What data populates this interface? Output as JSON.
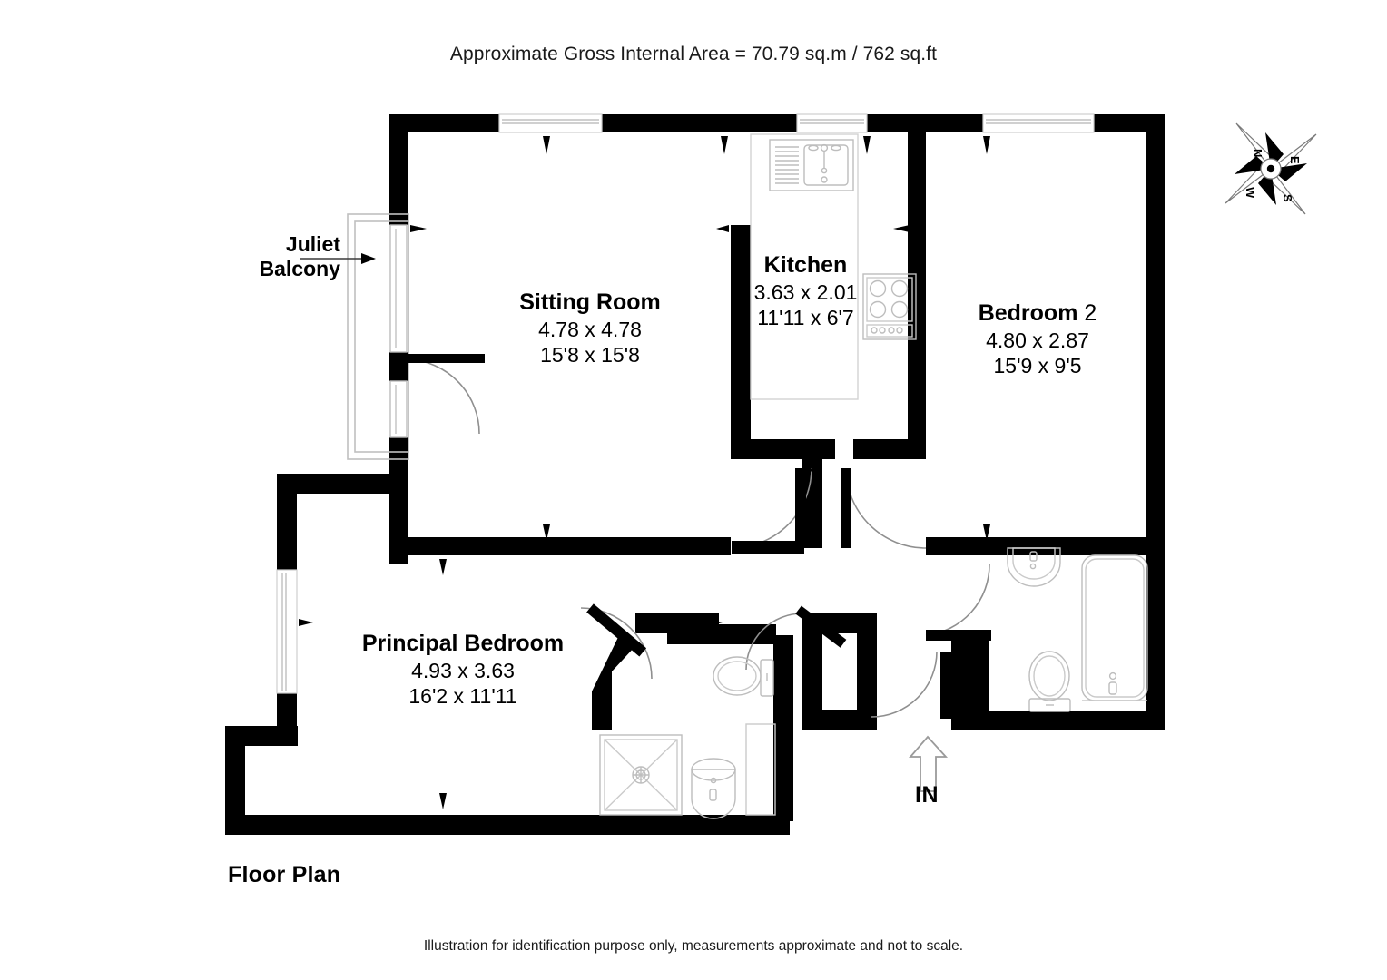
{
  "header": {
    "area_text": "Approximate Gross Internal Area = 70.79 sq.m / 762 sq.ft"
  },
  "footer": {
    "disclaimer": "Illustration for identification purpose only, measurements approximate and not to scale.",
    "plan_title": "Floor Plan"
  },
  "rooms": [
    {
      "id": "sitting-room",
      "name": "Sitting Room",
      "name_suffix": "",
      "metric": "4.78 x 4.78",
      "imperial": "15'8 x 15'8"
    },
    {
      "id": "kitchen",
      "name": "Kitchen",
      "name_suffix": "",
      "metric": "3.63 x 2.01",
      "imperial": "11'11 x 6'7"
    },
    {
      "id": "bedroom-2",
      "name": "Bedroom",
      "name_suffix": " 2",
      "metric": "4.80 x 2.87",
      "imperial": "15'9 x 9'5"
    },
    {
      "id": "principal-bedroom",
      "name": "Principal Bedroom",
      "name_suffix": "",
      "metric": "4.93 x 3.63",
      "imperial": "16'2 x 11'11"
    }
  ],
  "annotations": {
    "juliet_balcony_line1": "Juliet",
    "juliet_balcony_line2": "Balcony",
    "entrance_label": "IN"
  },
  "compass": {
    "north": "N",
    "east": "E",
    "south": "S",
    "west": "W"
  },
  "colors": {
    "wall": "#000000",
    "fixture_line": "#b9b9b9",
    "window_line": "#cccccc",
    "door_arc": "#8a8a8a",
    "background": "#ffffff",
    "text": "#1a1a1a"
  }
}
